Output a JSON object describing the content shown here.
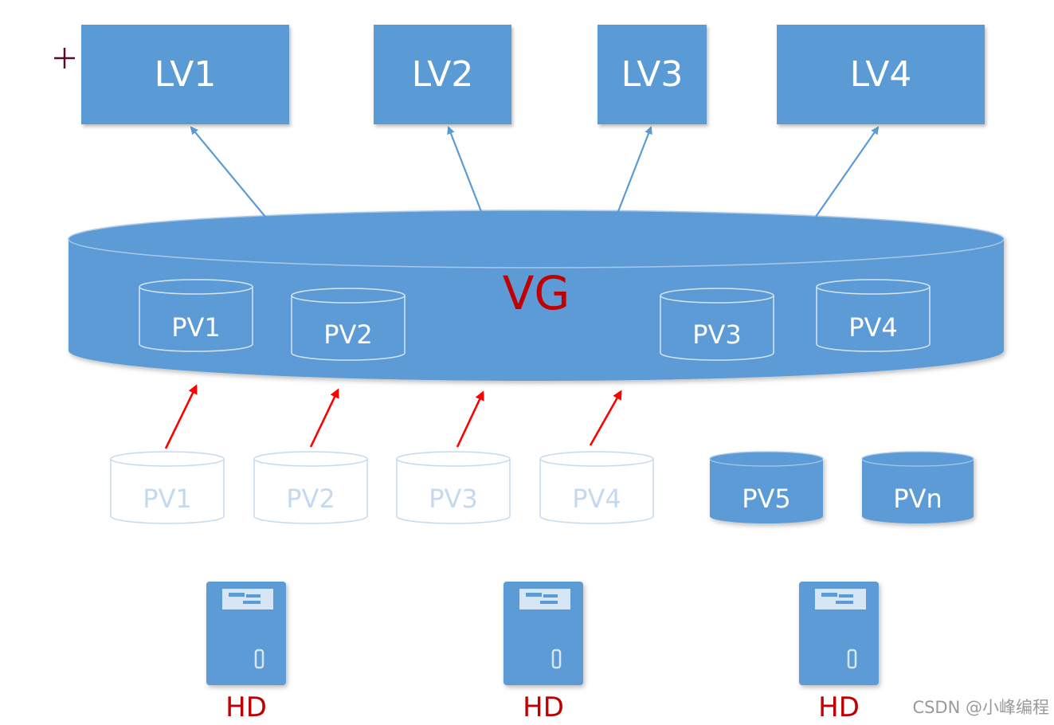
{
  "logical_volumes": [
    {
      "label": "LV1"
    },
    {
      "label": "LV2"
    },
    {
      "label": "LV3"
    },
    {
      "label": "LV4"
    }
  ],
  "volume_group": {
    "label": "VG",
    "color": "#c00000"
  },
  "pv_in_vg": [
    {
      "label": "PV1"
    },
    {
      "label": "PV2"
    },
    {
      "label": "PV3"
    },
    {
      "label": "PV4"
    }
  ],
  "pv_pool": [
    {
      "label": "PV1",
      "style": "outline"
    },
    {
      "label": "PV2",
      "style": "outline"
    },
    {
      "label": "PV3",
      "style": "outline"
    },
    {
      "label": "PV4",
      "style": "outline"
    },
    {
      "label": "PV5",
      "style": "filled"
    },
    {
      "label": "PVn",
      "style": "filled"
    }
  ],
  "hard_disks": [
    {
      "label": "HD"
    },
    {
      "label": "HD"
    },
    {
      "label": "HD"
    }
  ],
  "watermark": "CSDN @小峰编程",
  "colors": {
    "accent": "#5b9bd5",
    "lv_arrow": "#5b9bd5",
    "pv_arrow": "#ff0000",
    "hd_label": "#c00000",
    "outline_pv": "#c5d9ee"
  }
}
